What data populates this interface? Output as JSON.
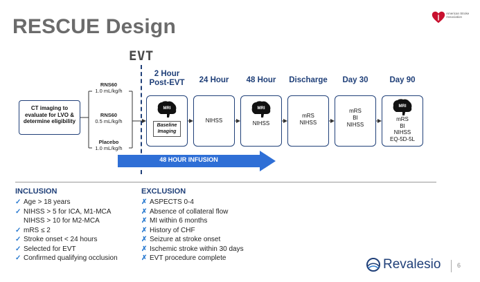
{
  "title": "RESCUE Design",
  "aha_logo_text": "American Stroke Association",
  "evt_label": "EVT",
  "ct_box": "CT imaging to evaluate for LVO & determine eligibility",
  "arms": [
    {
      "name": "RNS60",
      "dose": "1.0 mL/kg/h"
    },
    {
      "name": "RNS60",
      "dose": "0.5 mL/kg/h"
    },
    {
      "name": "Placebo",
      "dose": "1.0 mL/kg/h"
    }
  ],
  "timepoints": [
    {
      "label": "2 Hour Post-EVT",
      "mri": true,
      "mri_text": "MRI",
      "baseline": "Baseline Imaging",
      "items": []
    },
    {
      "label": "24 Hour",
      "mri": false,
      "items": [
        "NIHSS"
      ]
    },
    {
      "label": "48 Hour",
      "mri": true,
      "mri_text": "MRI",
      "items": [
        "NIHSS"
      ]
    },
    {
      "label": "Discharge",
      "mri": false,
      "items": [
        "mRS",
        "NIHSS"
      ]
    },
    {
      "label": "Day 30",
      "mri": false,
      "items": [
        "mRS",
        "BI",
        "NIHSS"
      ]
    },
    {
      "label": "Day 90",
      "mri": true,
      "mri_text": "MRI",
      "items": [
        "mRS",
        "BI",
        "NIHSS",
        "EQ-5D-5L"
      ]
    }
  ],
  "infusion": "48 HOUR INFUSION",
  "inclusion": {
    "heading": "INCLUSION",
    "items": [
      {
        "text": "Age > 18 years",
        "mark": "✓"
      },
      {
        "text": "NIHSS > 5 for ICA, M1-MCA",
        "mark": "✓"
      },
      {
        "text": "NIHSS > 10 for M2-MCA",
        "mark": ""
      },
      {
        "text": "mRS ≤ 2",
        "mark": "✓"
      },
      {
        "text": "Stroke onset < 24 hours",
        "mark": "✓"
      },
      {
        "text": "Selected for EVT",
        "mark": "✓"
      },
      {
        "text": "Confirmed qualifying occlusion",
        "mark": "✓"
      }
    ]
  },
  "exclusion": {
    "heading": "EXCLUSION",
    "items": [
      {
        "text": "ASPECTS 0-4",
        "mark": "✗"
      },
      {
        "text": "Absence of collateral flow",
        "mark": "✗"
      },
      {
        "text": "MI within 6 months",
        "mark": "✗"
      },
      {
        "text": "History of CHF",
        "mark": "✗"
      },
      {
        "text": "Seizure at stroke onset",
        "mark": "✗"
      },
      {
        "text": "Ischemic stroke within 30 days",
        "mark": "✗"
      },
      {
        "text": "EVT procedure complete",
        "mark": "✗"
      }
    ]
  },
  "brand": "Revalesio",
  "page_number": "6",
  "colors": {
    "navy": "#1f3f78",
    "accent_blue": "#2b7bd0",
    "arrow_blue": "#2f6fd6",
    "aha_red": "#c8102e"
  }
}
